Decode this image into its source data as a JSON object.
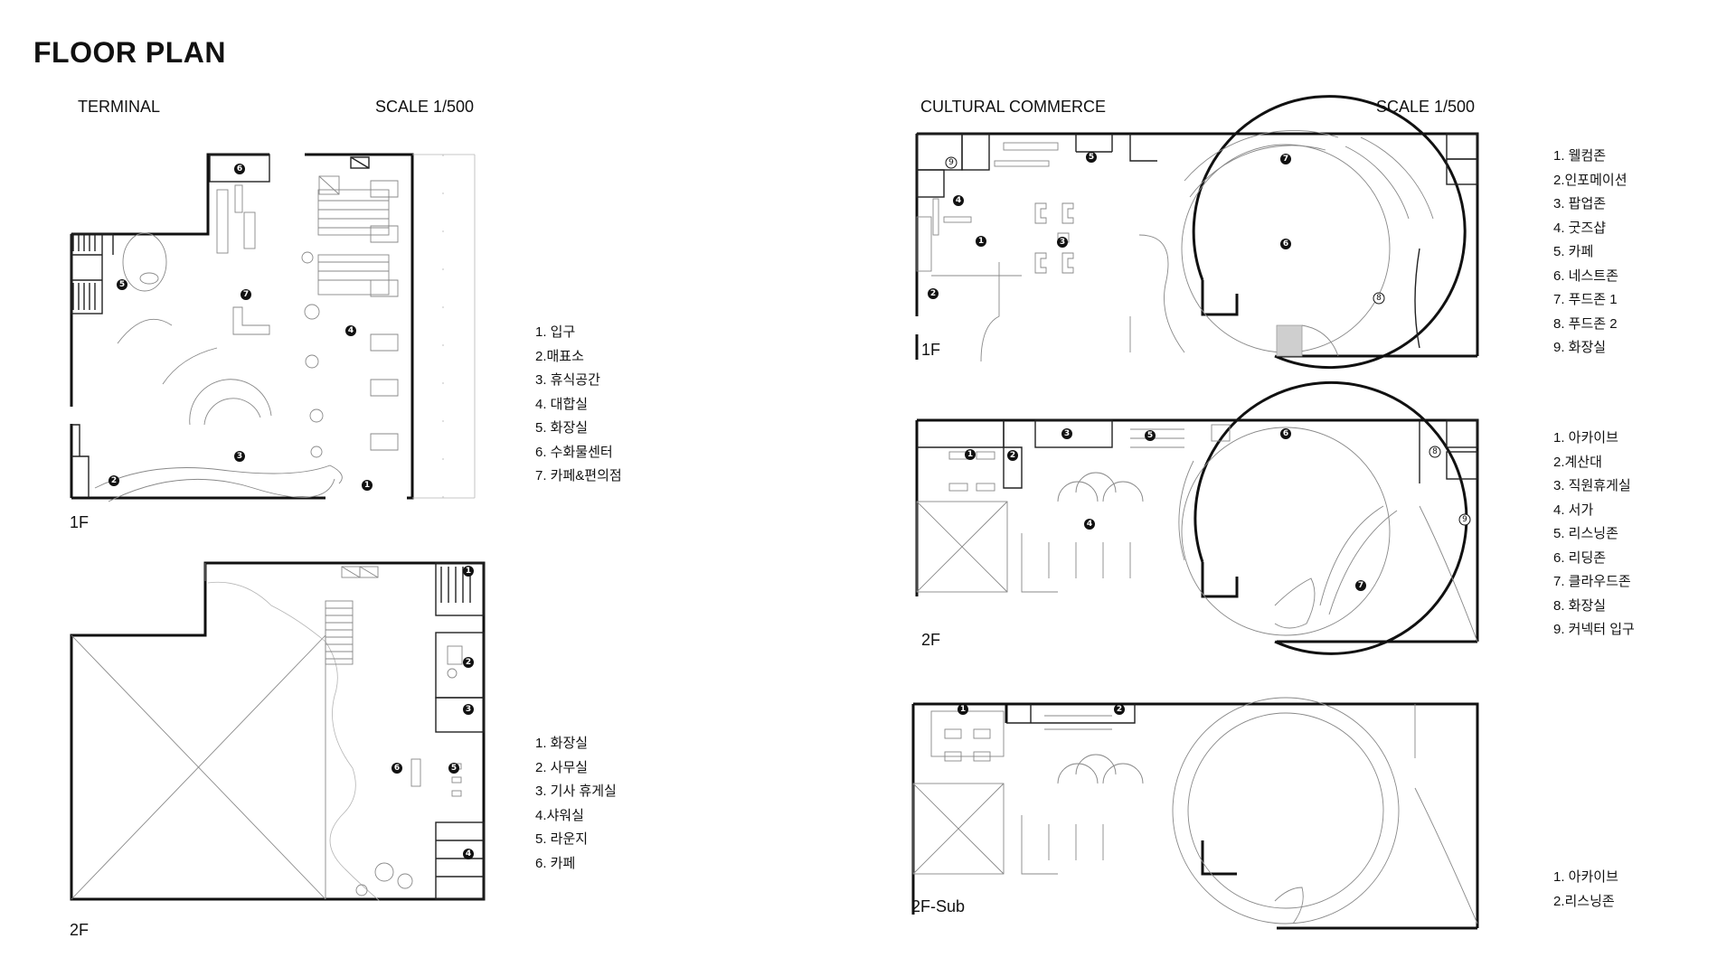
{
  "page": {
    "title": "FLOOR PLAN"
  },
  "terminal": {
    "section_label": "TERMINAL",
    "scale": "SCALE 1/500",
    "floor_1": {
      "label": "1F",
      "markers": [
        "1",
        "2",
        "3",
        "4",
        "5",
        "6",
        "7"
      ],
      "legend": [
        "1. 입구",
        "2.매표소",
        "3. 휴식공간",
        "4. 대합실",
        "5. 화장실",
        "6. 수화물센터",
        "7. 카페&편의점"
      ]
    },
    "floor_2": {
      "label": "2F",
      "markers": [
        "1",
        "2",
        "3",
        "4",
        "5",
        "6"
      ],
      "legend": [
        "1. 화장실",
        "2. 사무실",
        "3. 기사 휴게실",
        "4.샤워실",
        "5. 라운지",
        "6. 카페"
      ]
    }
  },
  "cultural_commerce": {
    "section_label": "CULTURAL COMMERCE",
    "scale": "SCALE 1/500",
    "floor_1": {
      "label": "1F",
      "markers": [
        "1",
        "2",
        "3",
        "4",
        "5",
        "6",
        "7",
        "8",
        "9"
      ],
      "legend": [
        "1. 웰컴존",
        "2.인포메이션",
        "3. 팝업존",
        "4. 굿즈샵",
        "5. 카페",
        "6. 네스트존",
        "7. 푸드존 1",
        "8. 푸드존 2",
        "9. 화장실"
      ]
    },
    "floor_2": {
      "label": "2F",
      "markers": [
        "1",
        "2",
        "3",
        "4",
        "5",
        "6",
        "7",
        "8",
        "9"
      ],
      "legend": [
        "1. 아카이브",
        "2.계산대",
        "3. 직원휴게실",
        "4. 서가",
        "5. 리스닝존",
        "6. 리딩존",
        "7. 클라우드존",
        "8. 화장실",
        "9. 커넥터 입구"
      ]
    },
    "floor_2_sub": {
      "label": "2F-Sub",
      "markers": [
        "1",
        "2"
      ],
      "legend": [
        "1. 아카이브",
        "2.리스닝존"
      ]
    }
  }
}
